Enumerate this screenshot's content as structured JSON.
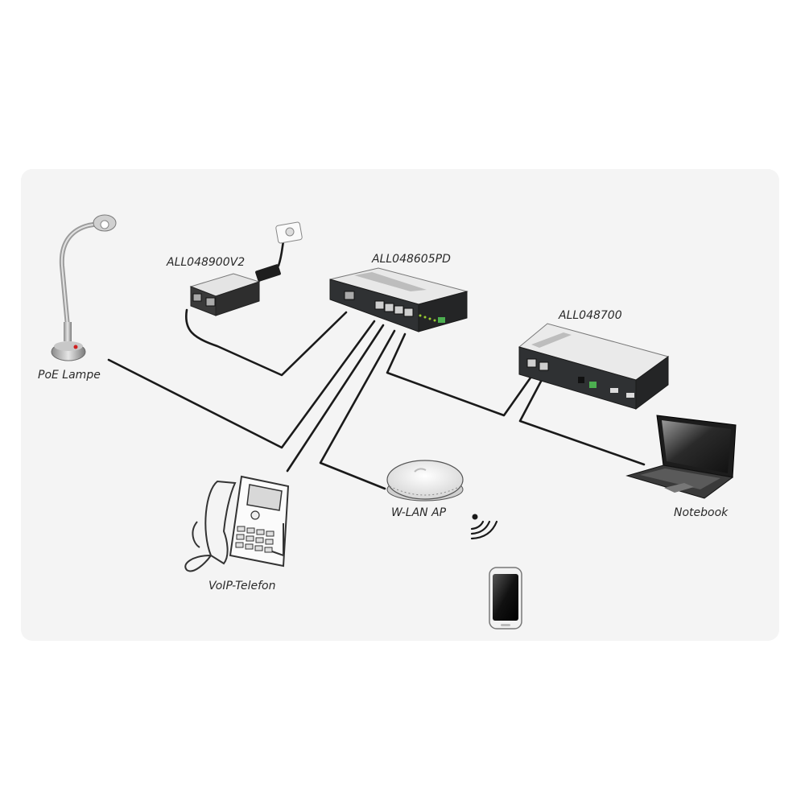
{
  "devices": {
    "poe_lamp": {
      "label": "PoE Lampe"
    },
    "injector": {
      "label": "ALL048900V2"
    },
    "switch": {
      "label": "ALL048605PD"
    },
    "extender": {
      "label": "ALL048700"
    },
    "notebook": {
      "label": "Notebook"
    },
    "voip_phone": {
      "label": "VoIP-Telefon"
    },
    "wlan_ap": {
      "label": "W-LAN AP"
    }
  },
  "colors": {
    "panel": "#f4f4f4",
    "cable": "#1a1a1a",
    "device_dark": "#2f3133",
    "device_light": "#e9e9e9"
  }
}
